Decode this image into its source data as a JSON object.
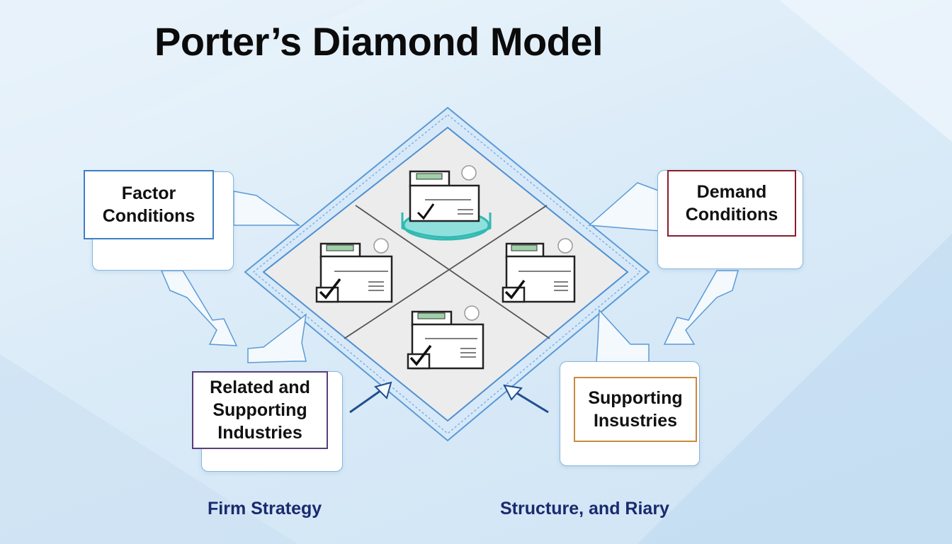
{
  "title": "Porter’s Diamond Model",
  "boxes": {
    "factor_conditions": "Factor\nConditions",
    "demand_conditions": "Demand\nConditions",
    "related_supporting": "Related and\nSupporting\nIndustries",
    "supporting_insustries": "Supporting\nInsustries"
  },
  "captions": {
    "left": "Firm Strategy",
    "right": "Structure, and Riary"
  },
  "colors": {
    "factor_border": "#3e7fc4",
    "demand_border": "#8b1c2a",
    "related_border": "#5b3d7a",
    "supporting_border": "#c98a3c",
    "diamond_stroke": "#5b9ad6",
    "caption": "#1a2a6e"
  },
  "icons": [
    "document-check-icon",
    "document-check-icon",
    "document-check-icon",
    "document-check-icon"
  ]
}
